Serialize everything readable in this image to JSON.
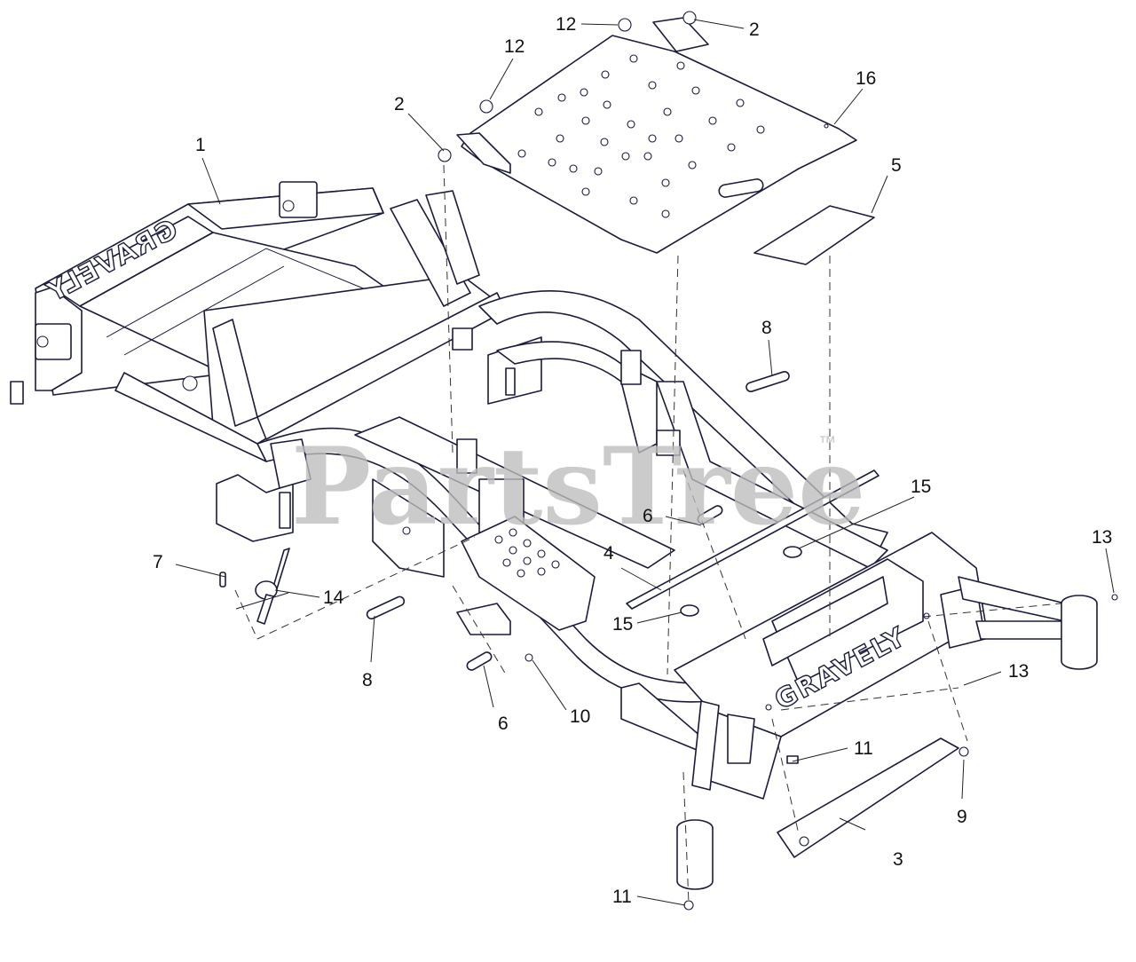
{
  "diagram": {
    "callouts": [
      "1",
      "2",
      "2",
      "3",
      "4",
      "5",
      "6",
      "6",
      "7",
      "8",
      "8",
      "9",
      "10",
      "11",
      "11",
      "12",
      "12",
      "13",
      "13",
      "14",
      "15",
      "15",
      "16"
    ],
    "brand_marks": [
      "GRAVELY",
      "GRAVELY"
    ],
    "watermark": {
      "text": "PartsTree",
      "trademark": "™"
    }
  }
}
